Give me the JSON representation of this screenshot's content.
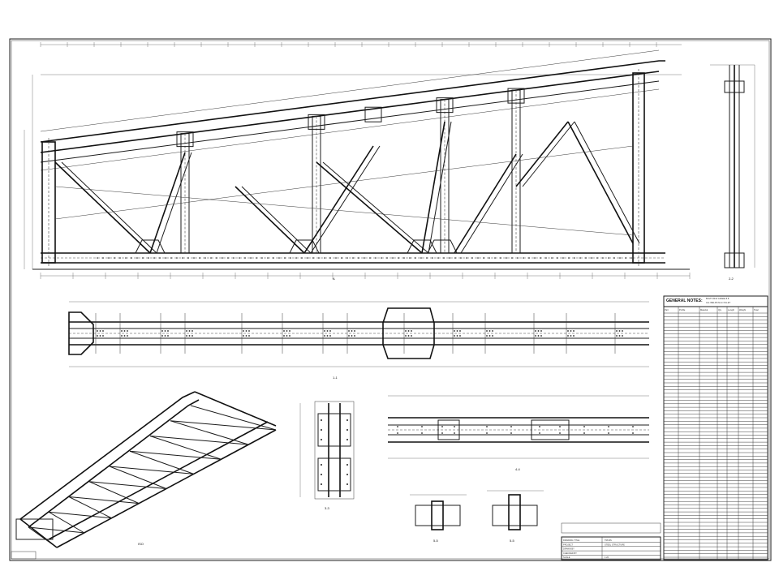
{
  "notes": {
    "title": "GENERAL NOTES:",
    "line1": "BOLTS M16 GRADE 8.8",
    "line2": "ALL WELDS 6mm FILLET"
  },
  "parts_table": {
    "headers": [
      "Part",
      "Profile",
      "Material",
      "Qty",
      "Length",
      "Weight",
      "Total"
    ]
  },
  "title_block": {
    "rows": [
      {
        "label": "DRAWING TITLE",
        "value": "TRUSS"
      },
      {
        "label": "PROJECT",
        "value": "STEEL STRUCTURE"
      },
      {
        "label": "DRAWN BY",
        "value": ""
      },
      {
        "label": "CHECKED BY",
        "value": ""
      },
      {
        "label": "SCALE",
        "value": "1:20"
      }
    ]
  },
  "views": {
    "elevation": "A",
    "plan": "1-1",
    "section_2": "2-2",
    "section_3": "3-3",
    "section_4": "4-4",
    "section_5": "5-5",
    "iso": "ISO"
  },
  "colors": {
    "line": "#1c1c1c",
    "paper": "#ffffff"
  }
}
